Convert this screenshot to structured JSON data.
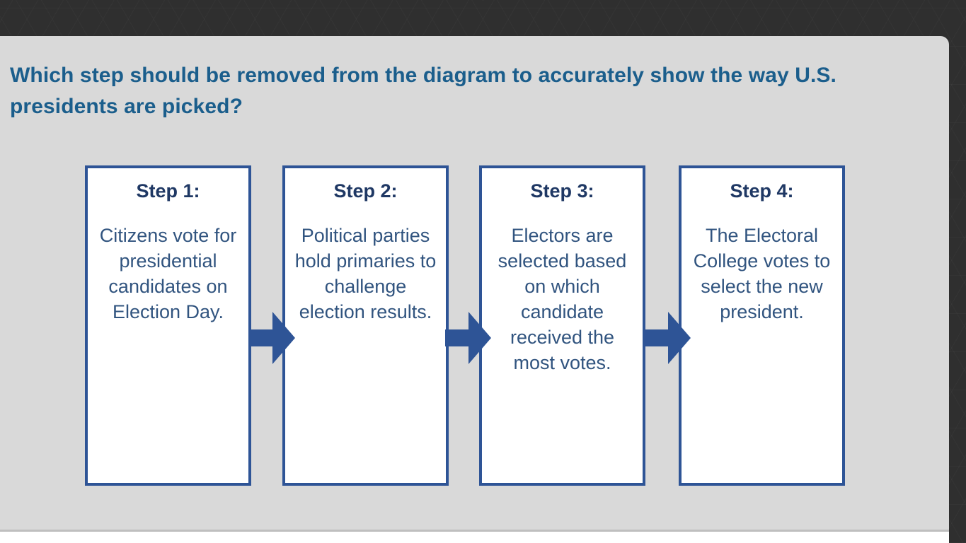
{
  "theme": {
    "backdrop_color": "#2f2f2f",
    "panel_color": "#d9d9d9",
    "question_color": "#1b5e8c",
    "box_border_color": "#2e5496",
    "box_fill_color": "#ffffff",
    "step_title_color": "#1f3864",
    "step_text_color": "#31547f",
    "arrow_color": "#2e5496"
  },
  "question": {
    "text": "Which step should be removed from the diagram to accurately show the way U.S. presidents are picked?"
  },
  "diagram": {
    "type": "flowchart",
    "direction": "left-to-right",
    "steps": [
      {
        "title": "Step 1:",
        "body": "Citizens vote for presidential candidates on Election Day."
      },
      {
        "title": "Step 2:",
        "body": "Political parties hold primaries to challenge election results."
      },
      {
        "title": "Step 3:",
        "body": "Electors are selected based on which candidate received the most votes."
      },
      {
        "title": "Step 4:",
        "body": "The Electoral College votes to select the new president."
      }
    ],
    "connectors": [
      {
        "icon": "arrow-right-icon",
        "from": "Step 1:",
        "to": "Step 2:"
      },
      {
        "icon": "arrow-right-icon",
        "from": "Step 2:",
        "to": "Step 3:"
      },
      {
        "icon": "arrow-right-icon",
        "from": "Step 3:",
        "to": "Step 4:"
      }
    ]
  }
}
